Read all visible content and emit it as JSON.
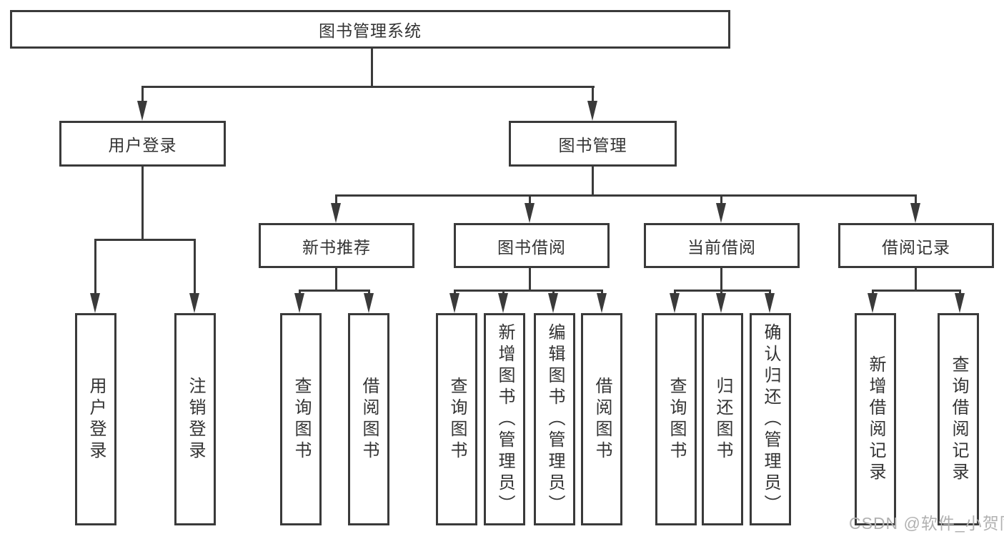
{
  "colors": {
    "line": "#3a3a3a",
    "text": "#333333",
    "watermark": "#b1b1b1",
    "background": "#ffffff"
  },
  "nodes": {
    "root": {
      "label": "图书管理系统"
    },
    "user_login": {
      "label": "用户登录"
    },
    "book_mgmt": {
      "label": "图书管理"
    },
    "new_book_rec": {
      "label": "新书推荐"
    },
    "book_borrow": {
      "label": "图书借阅"
    },
    "current_borrow": {
      "label": "当前借阅"
    },
    "borrow_records": {
      "label": "借阅记录"
    },
    "leaf_user_login": {
      "label": "用户登录"
    },
    "leaf_logout": {
      "label": "注销登录"
    },
    "rec_query_book": {
      "label": "查询图书"
    },
    "rec_borrow_book": {
      "label": "借阅图书"
    },
    "bb_query_book": {
      "label": "查询图书"
    },
    "bb_add_book": {
      "label": "新增图书（管理员）"
    },
    "bb_edit_book": {
      "label": "编辑图书（管理员）"
    },
    "bb_borrow_book": {
      "label": "借阅图书"
    },
    "cb_query_book": {
      "label": "查询图书"
    },
    "cb_return_book": {
      "label": "归还图书"
    },
    "cb_confirm_return": {
      "label": "确认归还（管理员）"
    },
    "br_add_record": {
      "label": "新增借阅记录"
    },
    "br_query_record": {
      "label": "查询借阅记录"
    }
  },
  "watermark": "CSDN @软件_小贺同学"
}
